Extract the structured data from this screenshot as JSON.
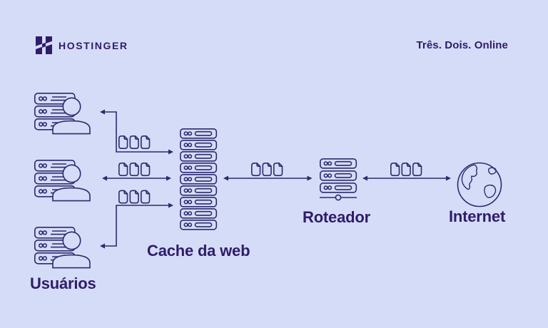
{
  "colors": {
    "background": "#d5dcf8",
    "line": "#2d2a6e",
    "text": "#2f1c6a"
  },
  "header": {
    "brand": "HOSTINGER",
    "logo_icon": "hostinger-h-logo",
    "tagline": "Três. Dois. Online"
  },
  "diagram": {
    "users": {
      "label": "Usuários",
      "icon": "server-user-icon",
      "count": 3
    },
    "cache": {
      "label": "Cache da web",
      "icon": "server-stack-icon",
      "rows": 9
    },
    "router": {
      "label": "Roteador",
      "icon": "router-icon",
      "rows": 3
    },
    "internet": {
      "label": "Internet",
      "icon": "globe-icon"
    },
    "documents": {
      "icon": "documents-icon",
      "pages_per_group": 3,
      "groups": 5
    },
    "edges": [
      {
        "from": "Usuários",
        "to": "Cache da web",
        "bidirectional": true,
        "carries": "documents"
      },
      {
        "from": "Usuários",
        "to": "Cache da web",
        "bidirectional": true,
        "carries": "documents"
      },
      {
        "from": "Usuários",
        "to": "Cache da web",
        "bidirectional": true,
        "carries": "documents"
      },
      {
        "from": "Cache da web",
        "to": "Roteador",
        "bidirectional": true,
        "carries": "documents"
      },
      {
        "from": "Roteador",
        "to": "Internet",
        "bidirectional": true,
        "carries": "documents"
      }
    ]
  }
}
